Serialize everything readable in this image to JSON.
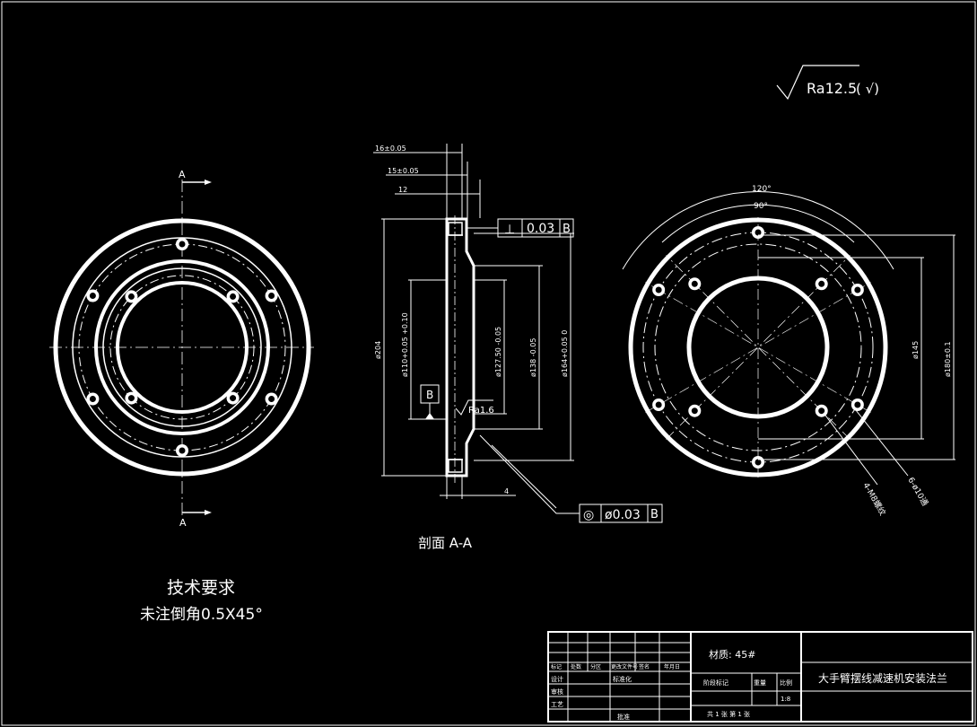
{
  "roughness": {
    "main": "Ra12.5",
    "suffix": "( √)"
  },
  "section_marks": {
    "top": "A",
    "bottom": "A"
  },
  "section_title": "剖面 A-A",
  "dims": {
    "w16": "16±0.05",
    "w15": "15±0.05",
    "w12": "12",
    "d204": "ø204",
    "d110": "ø110+0.05 +0.10",
    "d127": "ø127.50 -0.05",
    "d138": "ø138 -0.05",
    "d164": "ø164+0.05 0",
    "d145": "ø145",
    "d180": "ø180±0.1",
    "gap4": "4",
    "ang120": "120°",
    "ang90": "90°",
    "holes4": "4-M8螺纹",
    "holes6": "6-ø10通"
  },
  "tolerances": {
    "perp": {
      "symbol": "⊥",
      "value": "0.03",
      "datum": "B"
    },
    "conc": {
      "symbol": "◎",
      "value": "ø0.03",
      "datum": "B"
    }
  },
  "datum_label": "B",
  "ra16": "Ra1.6",
  "tech_req": {
    "title": "技术要求",
    "line1": "未注倒角0.5X45°"
  },
  "title_block": {
    "material": "材质: 45#",
    "part_name": "大手臂摆线减速机安装法兰",
    "row_labels": [
      "标记",
      "设计",
      "审核",
      "工艺"
    ],
    "hdr": [
      "处数",
      "分区",
      "更改文件号",
      "签名",
      "年月日"
    ],
    "std": "标准化",
    "approve": "批准",
    "stage": "阶段标记",
    "weight": "重量",
    "scale_label": "比例",
    "scale": "1:8",
    "sheets": "共 1 张 第 1 张"
  }
}
